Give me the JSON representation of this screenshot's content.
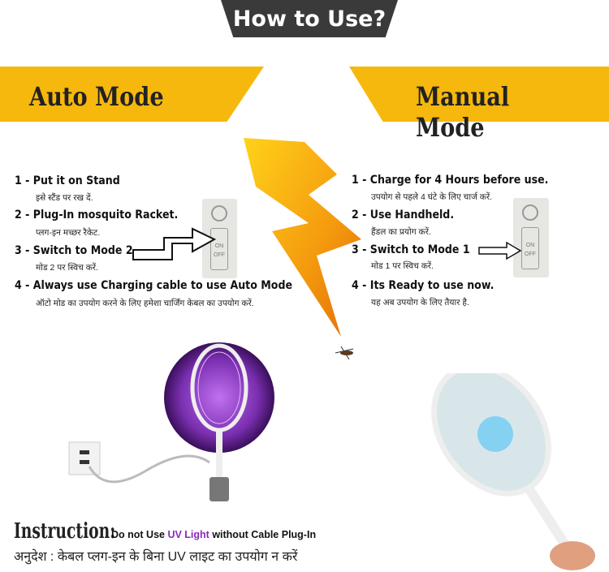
{
  "header": {
    "title": "How to Use?"
  },
  "auto_mode": {
    "title": "Auto Mode",
    "steps": [
      {
        "en": "1 - Put it on Stand",
        "hi": "इसे स्टैंड पर रख दें."
      },
      {
        "en": "2 - Plug-In mosquito Racket.",
        "hi": "प्लग-इन मच्छर रैकेट."
      },
      {
        "en": "3 - Switch to Mode 2",
        "hi": "मोड 2 पर स्विच करें."
      },
      {
        "en": "4 - Always use Charging cable to use Auto Mode",
        "hi": "ऑटो मोड का उपयोग करने के लिए हमेशा चार्जिंग केबल का उपयोग करें."
      }
    ]
  },
  "manual_mode": {
    "title": "Manual Mode",
    "steps": [
      {
        "en": "1 - Charge for 4 Hours before use.",
        "hi": "उपयोग से पहले 4 घंटे के लिए चार्ज करें."
      },
      {
        "en": "2 - Use Handheld.",
        "hi": "हैंडल का प्रयोग करें."
      },
      {
        "en": "3 - Switch to Mode 1",
        "hi": "मोड 1 पर स्विच करें."
      },
      {
        "en": "4 - Its Ready to use now.",
        "hi": "यह अब उपयोग के लिए तैयार है."
      }
    ]
  },
  "switch_labels": {
    "on": "ON",
    "off": "OFF"
  },
  "instruction": {
    "title": "Instruction:",
    "text_before": "Do not Use ",
    "highlight": "UV Light",
    "text_after": " without Cable Plug-In",
    "hindi": "अनुदेश : केबल प्लग-इन के बिना UV लाइट का उपयोग न करें"
  },
  "colors": {
    "banner_yellow": "#f6b80c",
    "header_dark": "#3a3a3a",
    "uv_purple": "#8a2bb8"
  }
}
